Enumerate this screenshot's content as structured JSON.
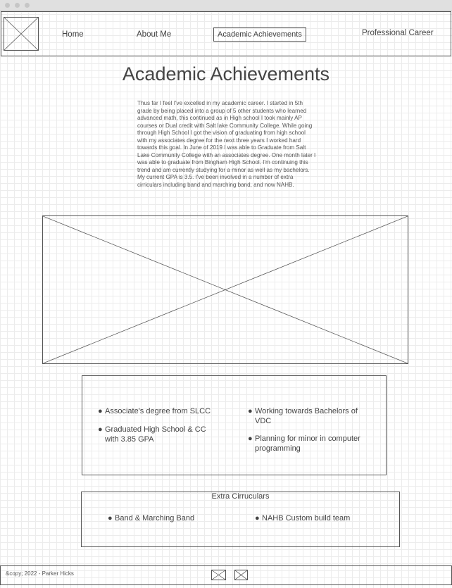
{
  "nav": {
    "home": "Home",
    "about": "About Me",
    "academic": "Academic Achievements",
    "professional": "Professional Career"
  },
  "page": {
    "title": "Academic Achievements",
    "intro": "Thus far I feel I've excelled in my academic career. I started in 5th grade by being placed into a group of 5 other students who learned advanced math, this continued as in High school I took mainly AP courses or Dual credit with Salt lake Community College. While going through High School I got the vision of graduating from high school with my associates degree for the next three years I worked hard towards this goal. In June of 2019 I was able to Graduate from Salt Lake Community College with an associates degree. One month later I was able to graduate from Bingham High School. I'm continuing this trend and am currently studying for a minor as well as my bachelors. My current GPA is 3.5. I've been involved in a number of extra cirriculars including band and marching band, and now NAHB."
  },
  "achievements": {
    "left": [
      "Associate's degree from SLCC",
      "Graduated High School & CC with 3.85 GPA"
    ],
    "right": [
      "Working towards Bachelors of VDC",
      "Planning for minor in computer programming"
    ]
  },
  "extra": {
    "heading": "Extra Cirruculars",
    "items": [
      "Band & Marching Band",
      "NAHB Custom build team"
    ]
  },
  "footer": {
    "copyright": "&copy; 2022 - Parker Hicks"
  }
}
